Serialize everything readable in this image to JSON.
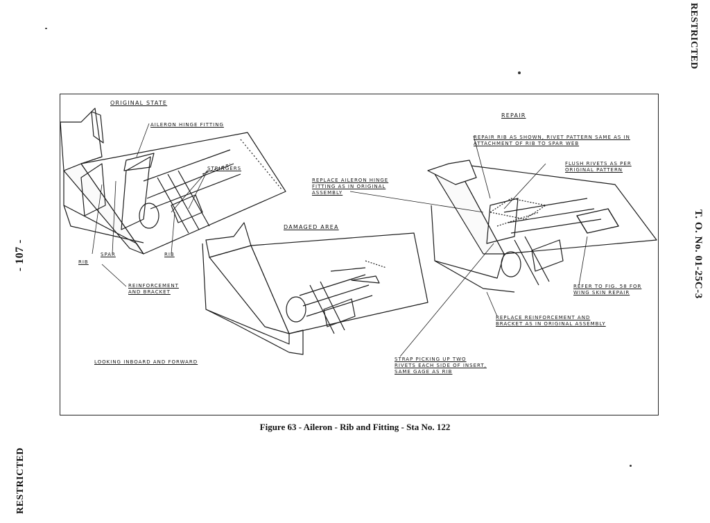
{
  "document": {
    "header_right": "RESTRICTED",
    "footer_left": "RESTRICTED",
    "page_number": "- 107 -",
    "tech_order": "T. O. No. 01-25C-3",
    "caption": "Figure 63 - Aileron - Rib and Fitting - Sta No. 122"
  },
  "figure": {
    "views": {
      "original_state": "ORIGINAL STATE",
      "damaged_area": "DAMAGED AREA",
      "repair": "REPAIR"
    },
    "original_labels": {
      "aileron_hinge_fitting": "AILERON HINGE FITTING",
      "stringers": "STRINGERS",
      "rib_left": "RIB",
      "spar": "SPAR",
      "rib_right": "RIB",
      "reinforcement_line1": "REINFORCEMENT",
      "reinforcement_line2": "AND BRACKET",
      "looking": "LOOKING INBOARD AND FORWARD"
    },
    "repair_labels": {
      "repair_rib_line1": "REPAIR RIB AS SHOWN, RIVET PATTERN SAME AS IN",
      "repair_rib_line2": "ATTACHMENT OF RIB TO SPAR WEB",
      "flush_rivets_line1": "FLUSH RIVETS AS PER",
      "flush_rivets_line2": "ORIGINAL PATTERN",
      "replace_hinge_line1": "REPLACE AILERON HINGE",
      "replace_hinge_line2": "FITTING AS IN ORIGINAL",
      "replace_hinge_line3": "ASSEMBLY",
      "refer_fig_line1": "REFER TO FIG. 58 FOR",
      "refer_fig_line2": "WING SKIN REPAIR",
      "replace_reinf_line1": "REPLACE REINFORCEMENT AND",
      "replace_reinf_line2": "BRACKET AS IN ORIGINAL ASSEMBLY",
      "strap_line1": "STRAP PICKING UP TWO",
      "strap_line2": "RIVETS EACH SIDE OF INSERT,",
      "strap_line3": "SAME GAGE AS RIB"
    }
  }
}
